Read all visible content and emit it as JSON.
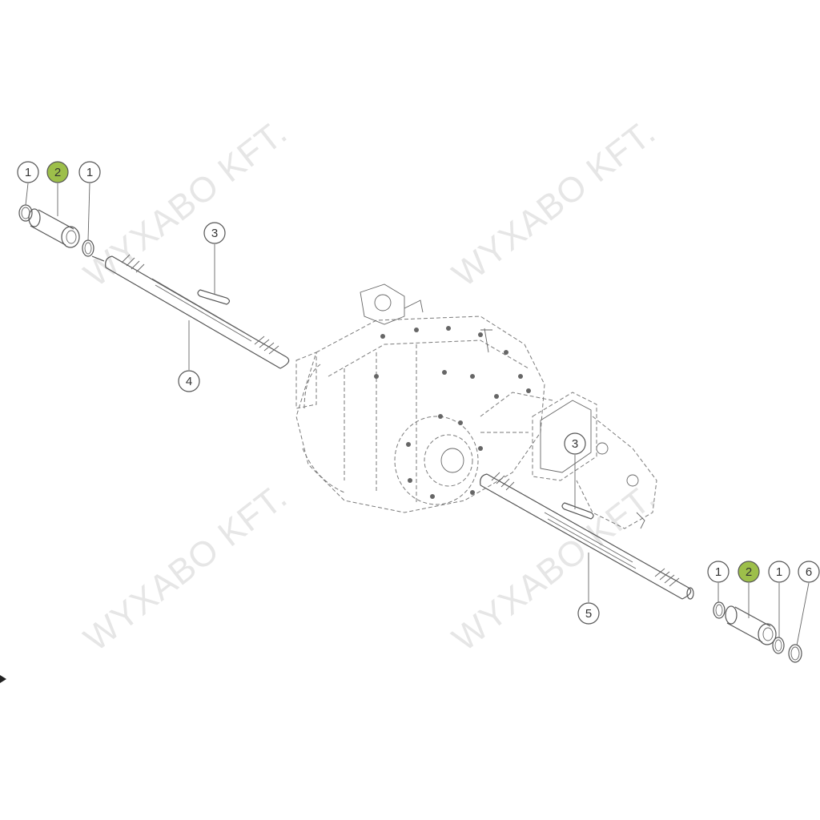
{
  "watermark": "WYXABO KFT.",
  "highlight_color": "#9dbf4a",
  "callouts": {
    "c1a": "1",
    "c2a": "2",
    "c1b": "1",
    "c3a": "3",
    "c4": "4",
    "c3b": "3",
    "c5": "5",
    "c1c": "1",
    "c2b": "2",
    "c1d": "1",
    "c6": "6"
  }
}
